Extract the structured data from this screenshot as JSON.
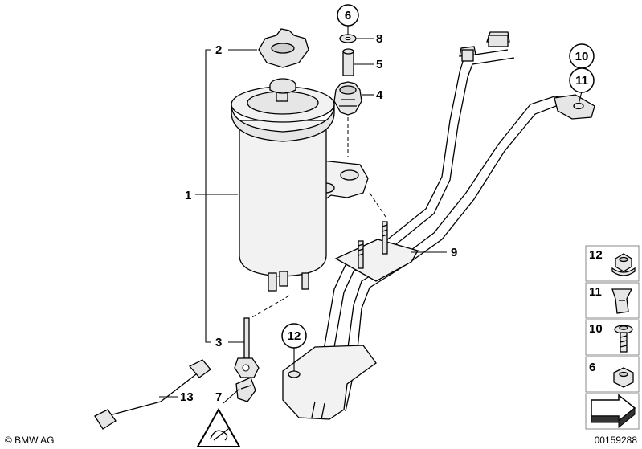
{
  "diagram": {
    "callouts": {
      "c1": "1",
      "c2": "2",
      "c3": "3",
      "c4": "4",
      "c5": "5",
      "c6": "6",
      "c7": "7",
      "c8": "8",
      "c9": "9",
      "c10": "10",
      "c11": "11",
      "c12": "12",
      "c13": "13"
    },
    "legend": [
      {
        "num": "12",
        "icon": "collar-nut-icon"
      },
      {
        "num": "11",
        "icon": "spring-nut-icon"
      },
      {
        "num": "10",
        "icon": "torx-screw-icon"
      },
      {
        "num": "6",
        "icon": "hex-nut-icon"
      }
    ],
    "copyright": "© BMW AG",
    "diagram_number": "00159288"
  }
}
